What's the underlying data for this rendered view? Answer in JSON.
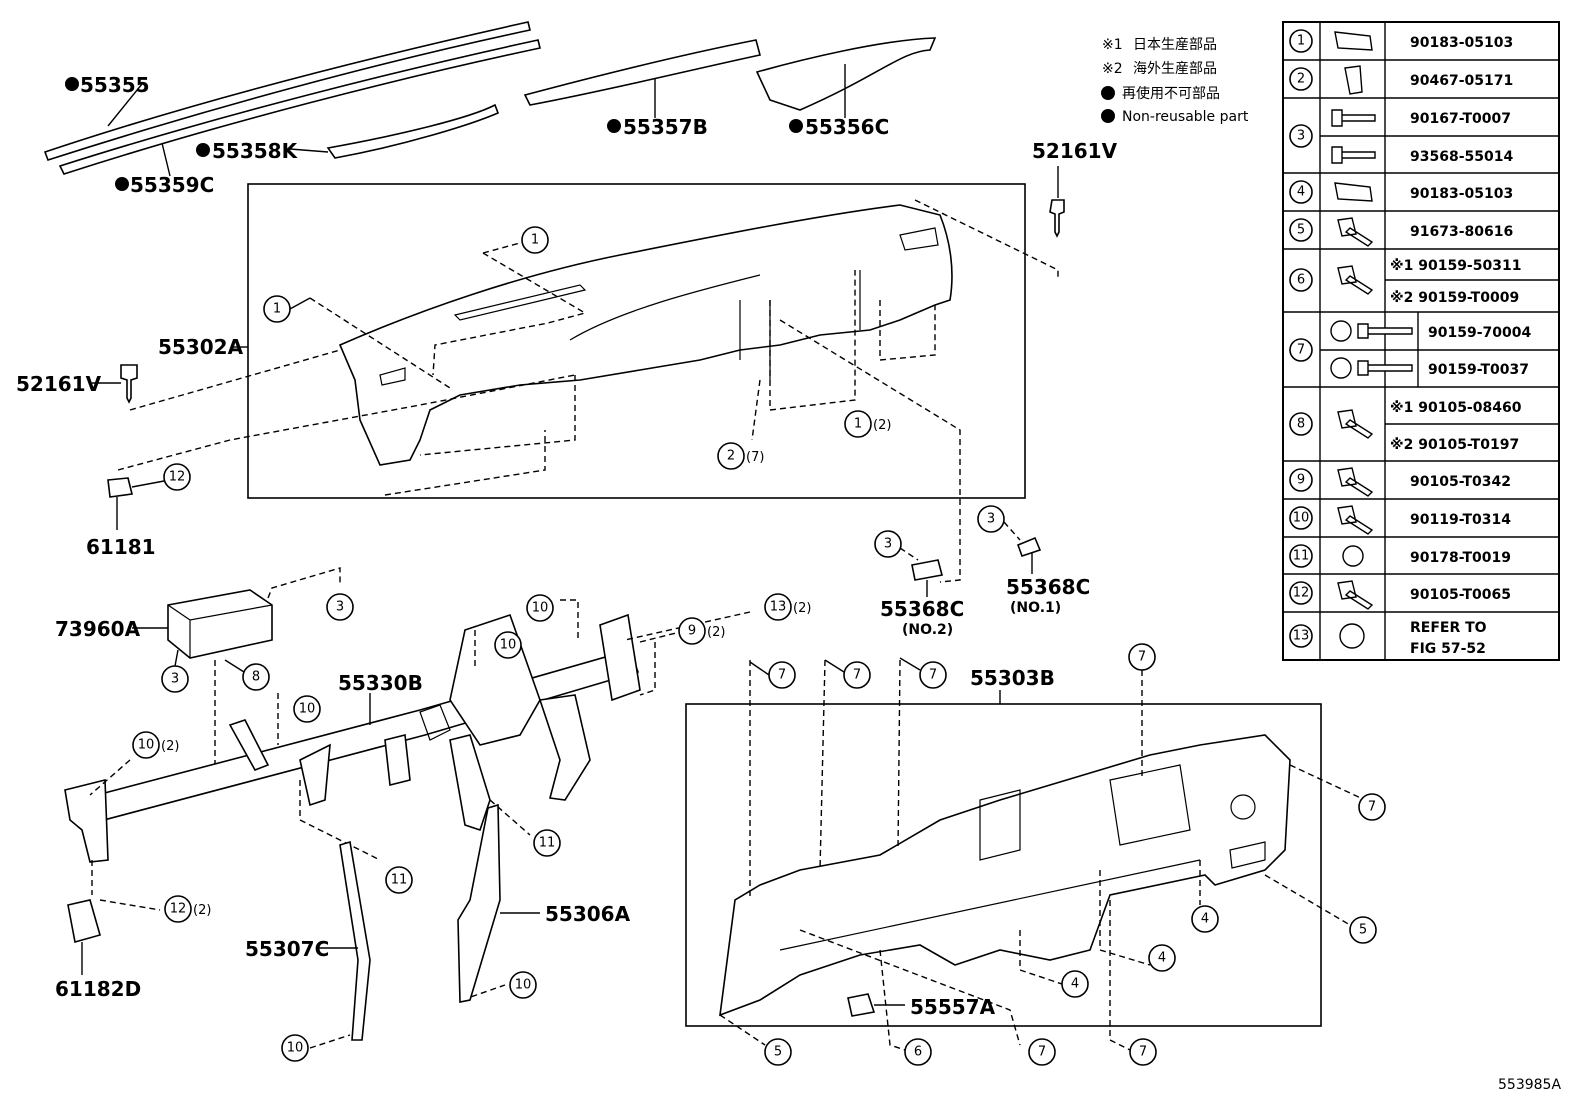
{
  "notes": [
    {
      "mark": "※1",
      "text": "日本生産部品"
    },
    {
      "mark": "※2",
      "text": "海外生産部品"
    },
    {
      "mark": "●",
      "text": "再使用不可部品"
    },
    {
      "mark": "●",
      "text": "Non-reusable part"
    }
  ],
  "part_labels": {
    "p55355": "55355",
    "p55359C": "55359C",
    "p55358K": "55358K",
    "p55357B": "55357B",
    "p55356C": "55356C",
    "p52161V_right": "52161V",
    "p55302A": "55302A",
    "p52161V_left": "52161V",
    "p61181": "61181",
    "p73960A": "73960A",
    "p55330B": "55330B",
    "p55368C_no2": "55368C",
    "p55368C_no2_sub": "(NO.2)",
    "p55368C_no1": "55368C",
    "p55368C_no1_sub": "(NO.1)",
    "p55303B": "55303B",
    "p55306A": "55306A",
    "p55307C": "55307C",
    "p61182D": "61182D",
    "p55557A": "55557A"
  },
  "quantities": {
    "q2": "(2)",
    "q7": "(7)"
  },
  "fastener_table": {
    "rows": [
      {
        "no": "1",
        "codes": [
          "90183-05103"
        ]
      },
      {
        "no": "2",
        "codes": [
          "90467-05171"
        ]
      },
      {
        "no": "3",
        "codes": [
          "90167-T0007",
          "93568-55014"
        ]
      },
      {
        "no": "4",
        "codes": [
          "90183-05103"
        ]
      },
      {
        "no": "5",
        "codes": [
          "91673-80616"
        ]
      },
      {
        "no": "6",
        "codes": [
          "※1 90159-50311",
          "※2 90159-T0009"
        ]
      },
      {
        "no": "7",
        "codes": [
          "90159-70004",
          "90159-T0037"
        ]
      },
      {
        "no": "8",
        "codes": [
          "※1 90105-08460",
          "※2 90105-T0197"
        ]
      },
      {
        "no": "9",
        "codes": [
          "90105-T0342"
        ]
      },
      {
        "no": "10",
        "codes": [
          "90119-T0314"
        ]
      },
      {
        "no": "11",
        "codes": [
          "90178-T0019"
        ]
      },
      {
        "no": "12",
        "codes": [
          "90105-T0065"
        ]
      },
      {
        "no": "13",
        "codes": [
          "REFER TO",
          "FIG 57-52"
        ]
      }
    ]
  },
  "figure_id": "553985A"
}
